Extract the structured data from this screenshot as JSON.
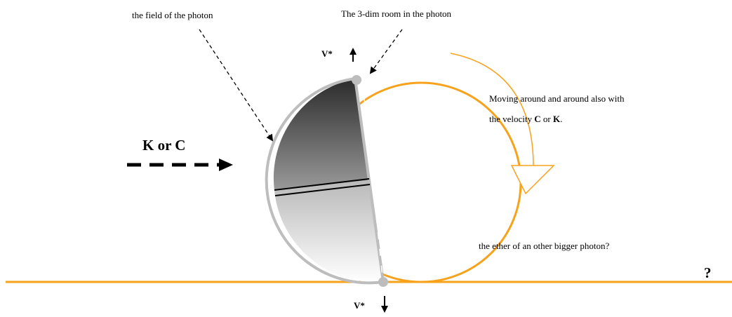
{
  "labels": {
    "field_of_photon": "the field of the photon",
    "room_in_photon": "The 3-dim room in the photon",
    "v_top": "V*",
    "v_bottom": "V*",
    "k_or_c": "K or C",
    "moving_line1": "Moving around and around also with",
    "moving_line2_prefix": "the velocity ",
    "moving_c": "C",
    "moving_or": " or ",
    "moving_k": "K",
    "moving_period": ".",
    "ether": "the ether of an other bigger photon?",
    "question": "?"
  },
  "colors": {
    "orange": "#f7a21b",
    "gray": "#bdbdbd",
    "black": "#000000"
  }
}
